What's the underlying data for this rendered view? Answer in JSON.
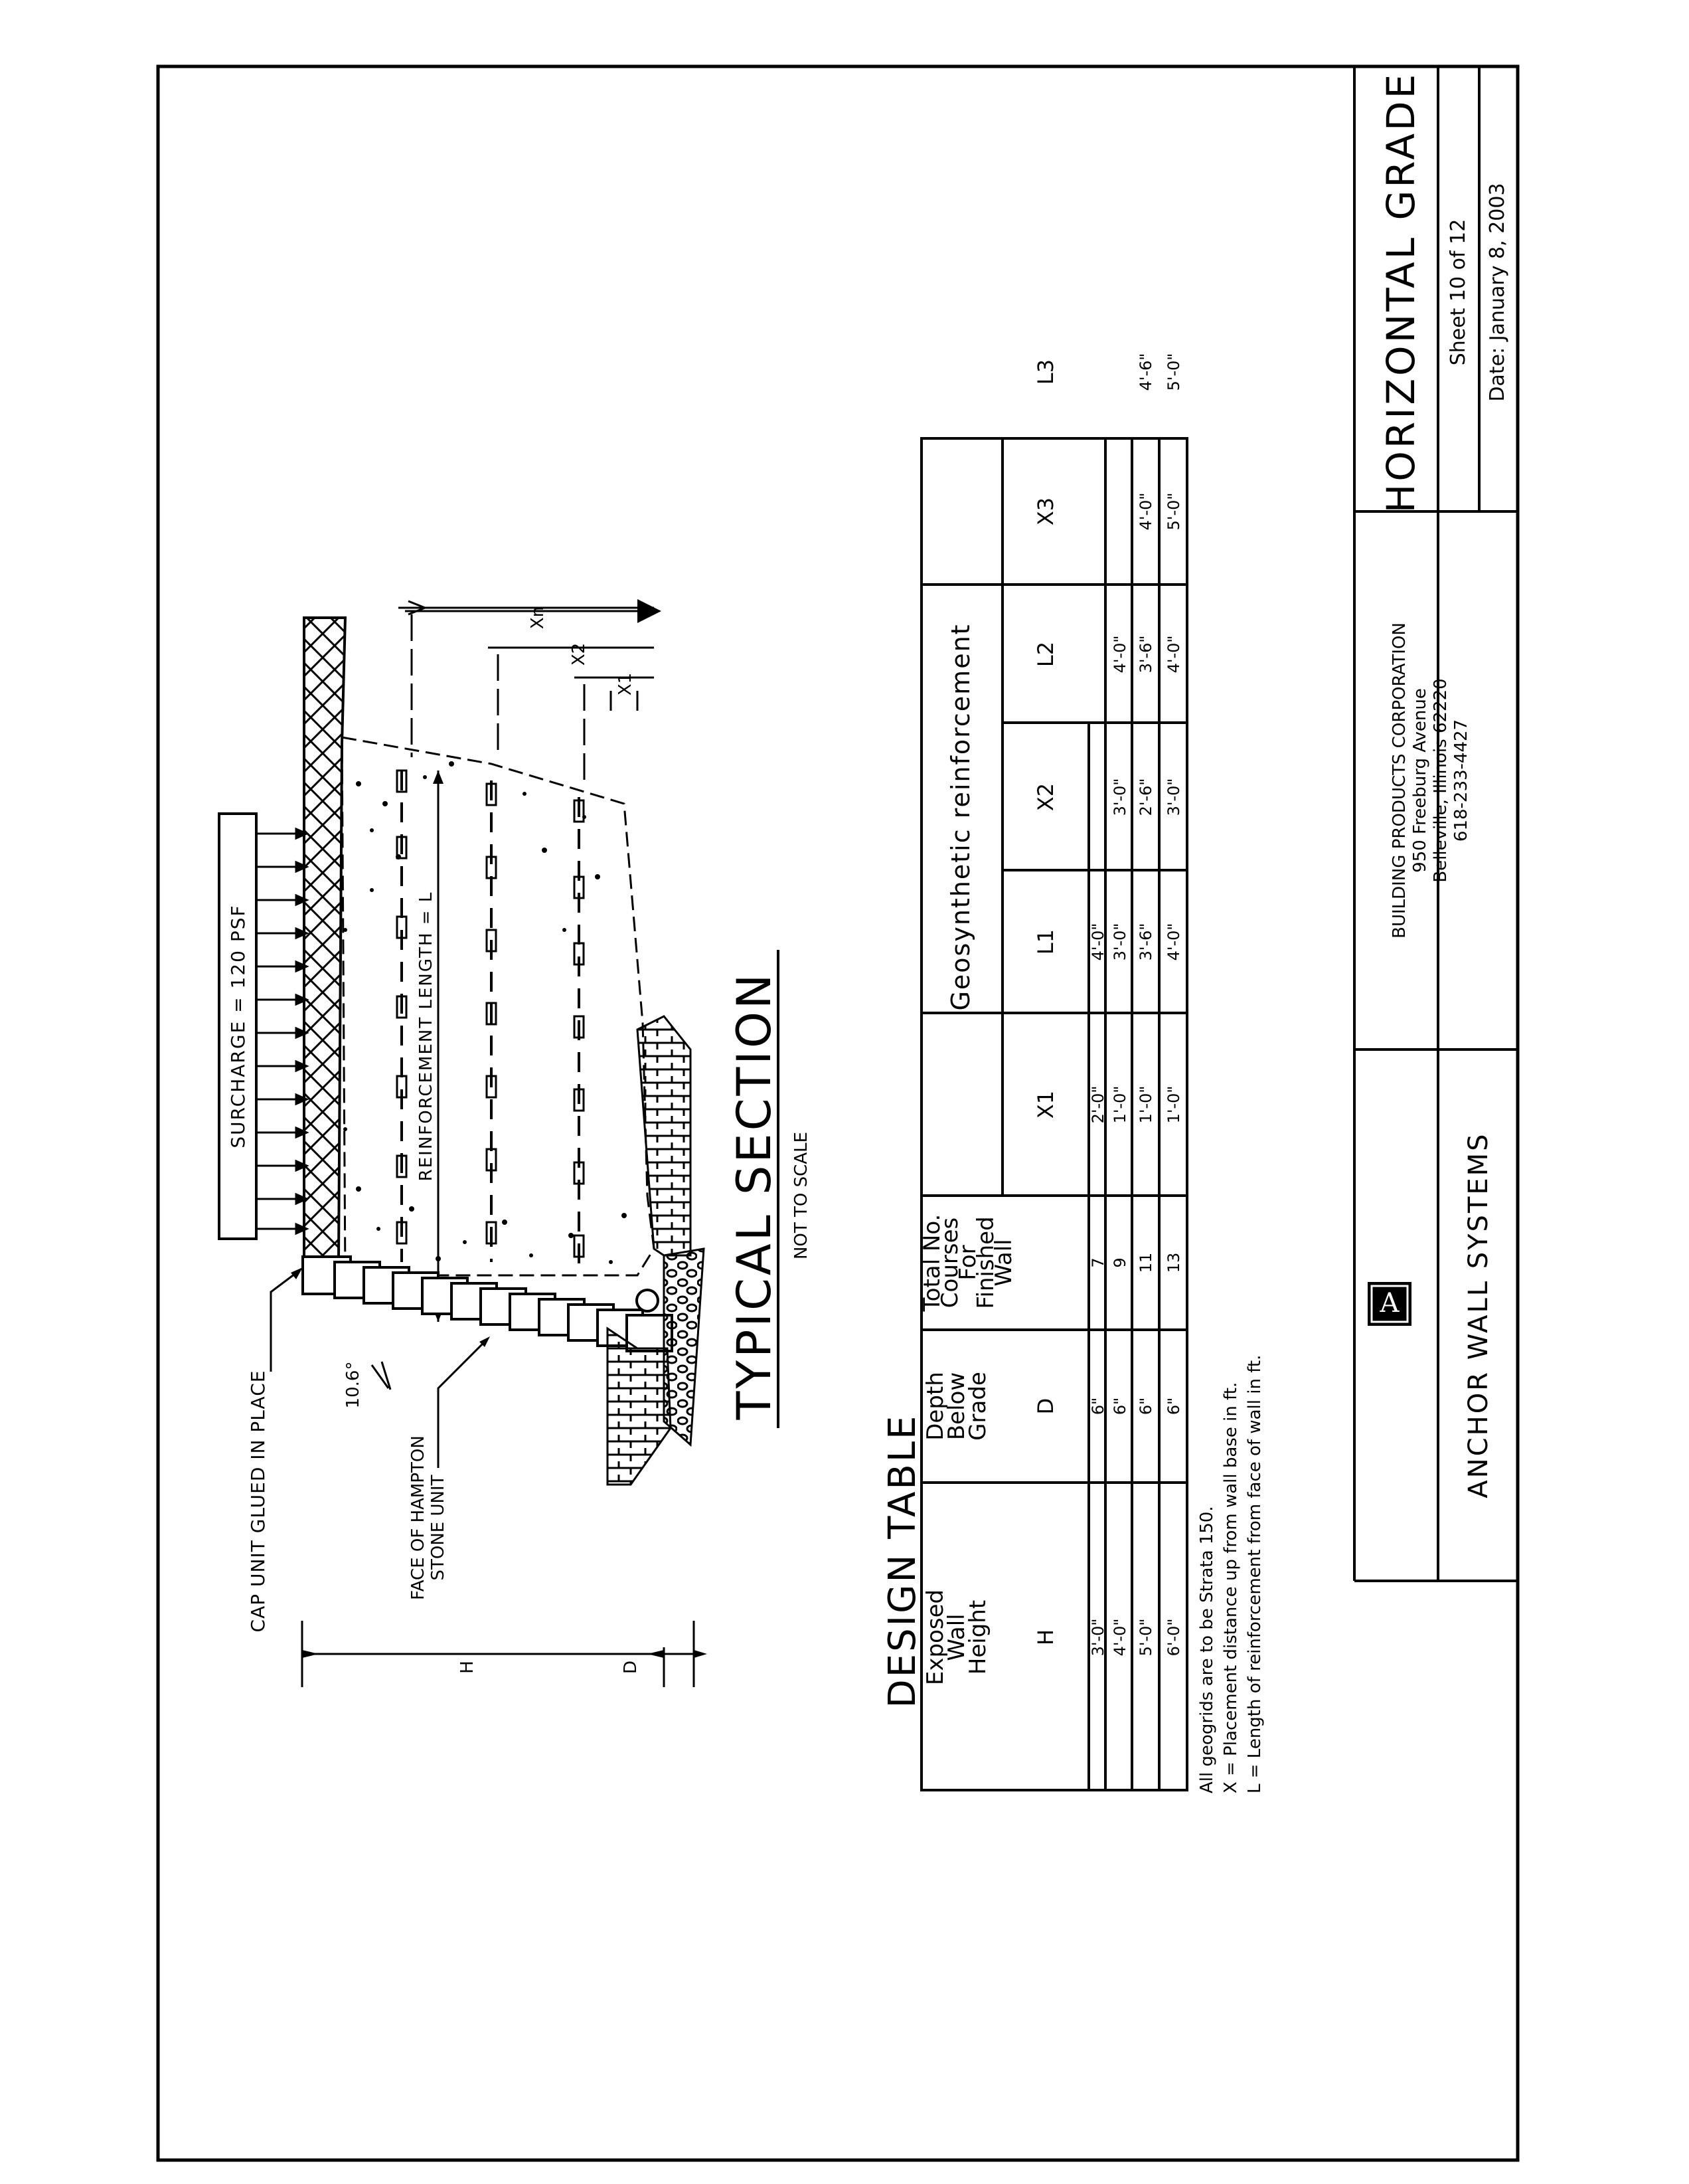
{
  "labels": {
    "surcharge": "SURCHARGE = 120 PSF",
    "cap_unit": "CAP UNIT GLUED IN PLACE",
    "face_line1": "FACE OF HAMPTON",
    "face_line2": "STONE UNIT",
    "angle": "10.6°",
    "reinforcement_length": "REINFORCEMENT LENGTH = L",
    "xn": "Xn",
    "x2": "X2",
    "x1": "X1",
    "h": "H",
    "d": "D"
  },
  "section": {
    "title": "TYPICAL SECTION",
    "subtitle": "NOT TO SCALE"
  },
  "design_table": {
    "title": "DESIGN TABLE",
    "col1": [
      "Exposed",
      "Wall",
      "Height"
    ],
    "col2": [
      "Depth",
      "Below",
      "Grade"
    ],
    "col3": [
      "Total No.",
      "Courses",
      "For",
      "Finished",
      "Wall"
    ],
    "geo_header": "Geosynthetic reinforcement",
    "symbols": [
      "H",
      "D",
      "X1",
      "L1",
      "X2",
      "L2",
      "X3",
      "L3"
    ],
    "rows": [
      [
        "3'-0\"",
        "6\"",
        "7",
        "2'-0\"",
        "4'-0\"",
        "",
        "",
        "",
        ""
      ],
      [
        "4'-0\"",
        "6\"",
        "9",
        "1'-0\"",
        "3'-0\"",
        "3'-0\"",
        "4'-0\"",
        "",
        ""
      ],
      [
        "5'-0\"",
        "6\"",
        "11",
        "1'-0\"",
        "3'-6\"",
        "2'-6\"",
        "3'-6\"",
        "4'-0\"",
        "4'-6\""
      ],
      [
        "6'-0\"",
        "6\"",
        "13",
        "1'-0\"",
        "4'-0\"",
        "3'-0\"",
        "4'-0\"",
        "5'-0\"",
        "5'-0\""
      ]
    ]
  },
  "notes": [
    "All geogrids are to be Strata 150.",
    "X = Placement distance up from wall base in ft.",
    "L = Length of reinforcement from face of wall in ft."
  ],
  "title_block": {
    "title": "HORIZONTAL GRADE",
    "sheet": "Sheet 10 of 12",
    "date": "Date:   January 8, 2003",
    "company": [
      "BUILDING PRODUCTS CORPORATION",
      "950 Freeburg Avenue",
      "Belleville, Illinois 62220",
      "618-233-4427"
    ],
    "brand": "ANCHOR WALL SYSTEMS",
    "logo": "A"
  }
}
